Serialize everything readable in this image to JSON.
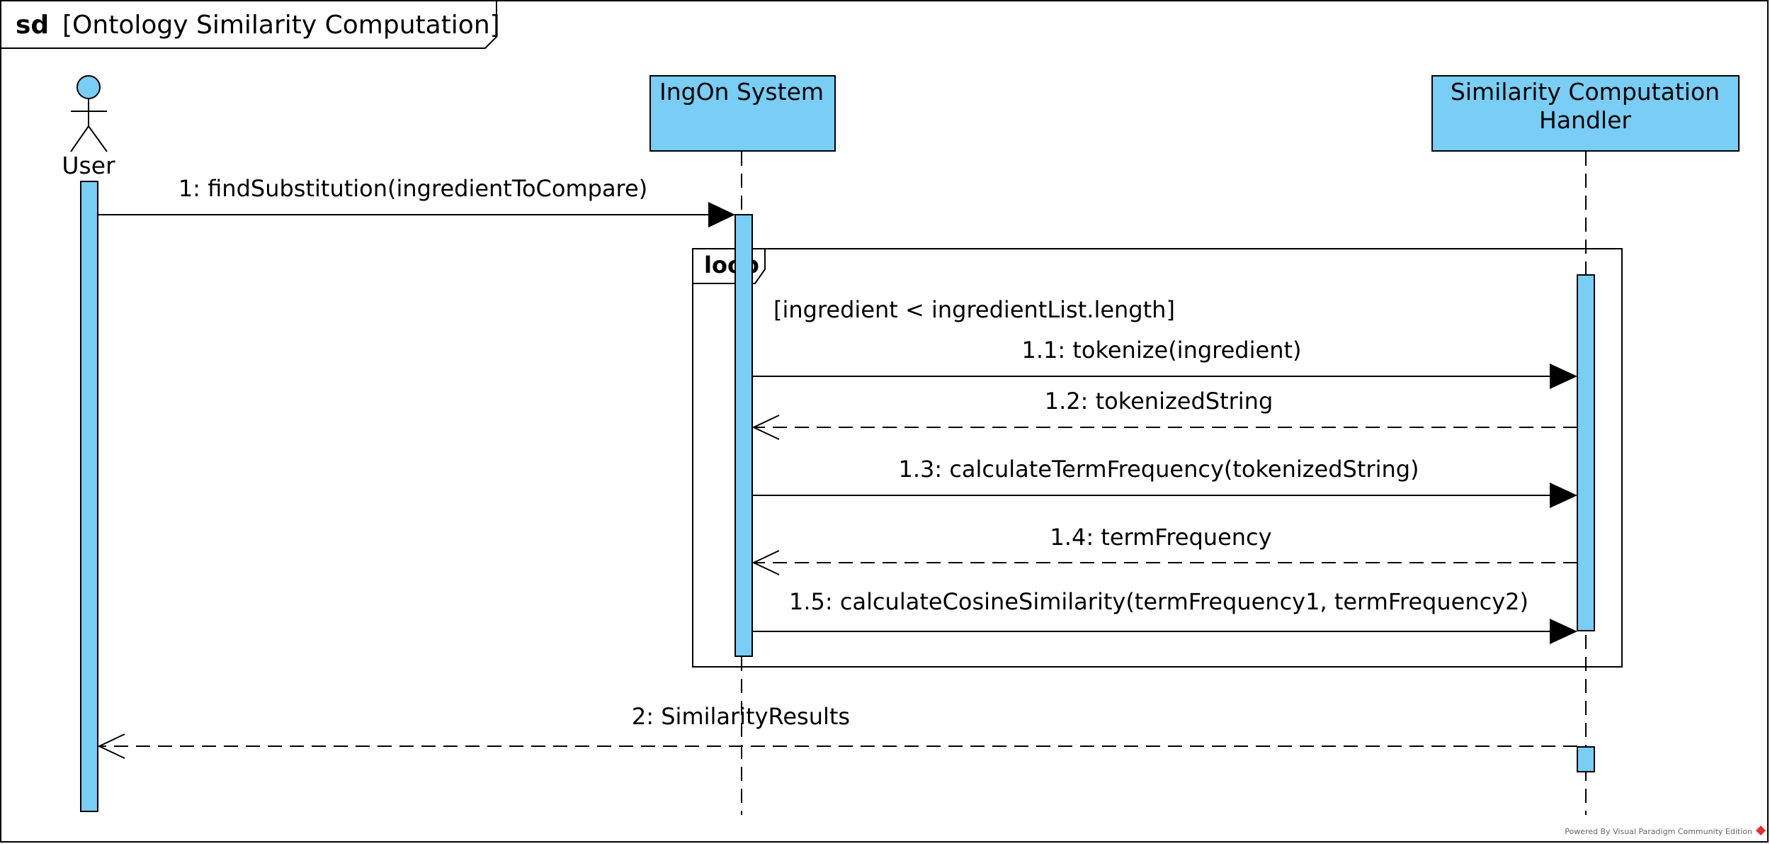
{
  "frame": {
    "keyword": "sd",
    "title": "[Ontology Similarity Computation]"
  },
  "actor": {
    "name": "User"
  },
  "lifelines": [
    {
      "id": "ingon",
      "lines": [
        "IngOn System"
      ]
    },
    {
      "id": "handler",
      "lines": [
        "Similarity Computation",
        "Handler"
      ]
    }
  ],
  "loop": {
    "label": "loop",
    "guard": "[ingredient < ingredientList.length]"
  },
  "messages": [
    {
      "id": "m1",
      "label": "1: findSubstitution(ingredientToCompare)",
      "kind": "sync"
    },
    {
      "id": "m11",
      "label": "1.1: tokenize(ingredient)",
      "kind": "sync"
    },
    {
      "id": "m12",
      "label": "1.2: tokenizedString",
      "kind": "return"
    },
    {
      "id": "m13",
      "label": "1.3: calculateTermFrequency(tokenizedString)",
      "kind": "sync"
    },
    {
      "id": "m14",
      "label": "1.4: termFrequency",
      "kind": "return"
    },
    {
      "id": "m15",
      "label": "1.5: calculateCosineSimilarity(termFrequency1, termFrequency2)",
      "kind": "sync"
    },
    {
      "id": "m2",
      "label": "2: SimilarityResults",
      "kind": "return"
    }
  ],
  "footer": "Powered By Visual Paradigm Community Edition",
  "colors": {
    "fill": "#7ACDF4",
    "stroke": "#000000",
    "background": "#ffffff",
    "footer_logo": "#E0302F"
  }
}
